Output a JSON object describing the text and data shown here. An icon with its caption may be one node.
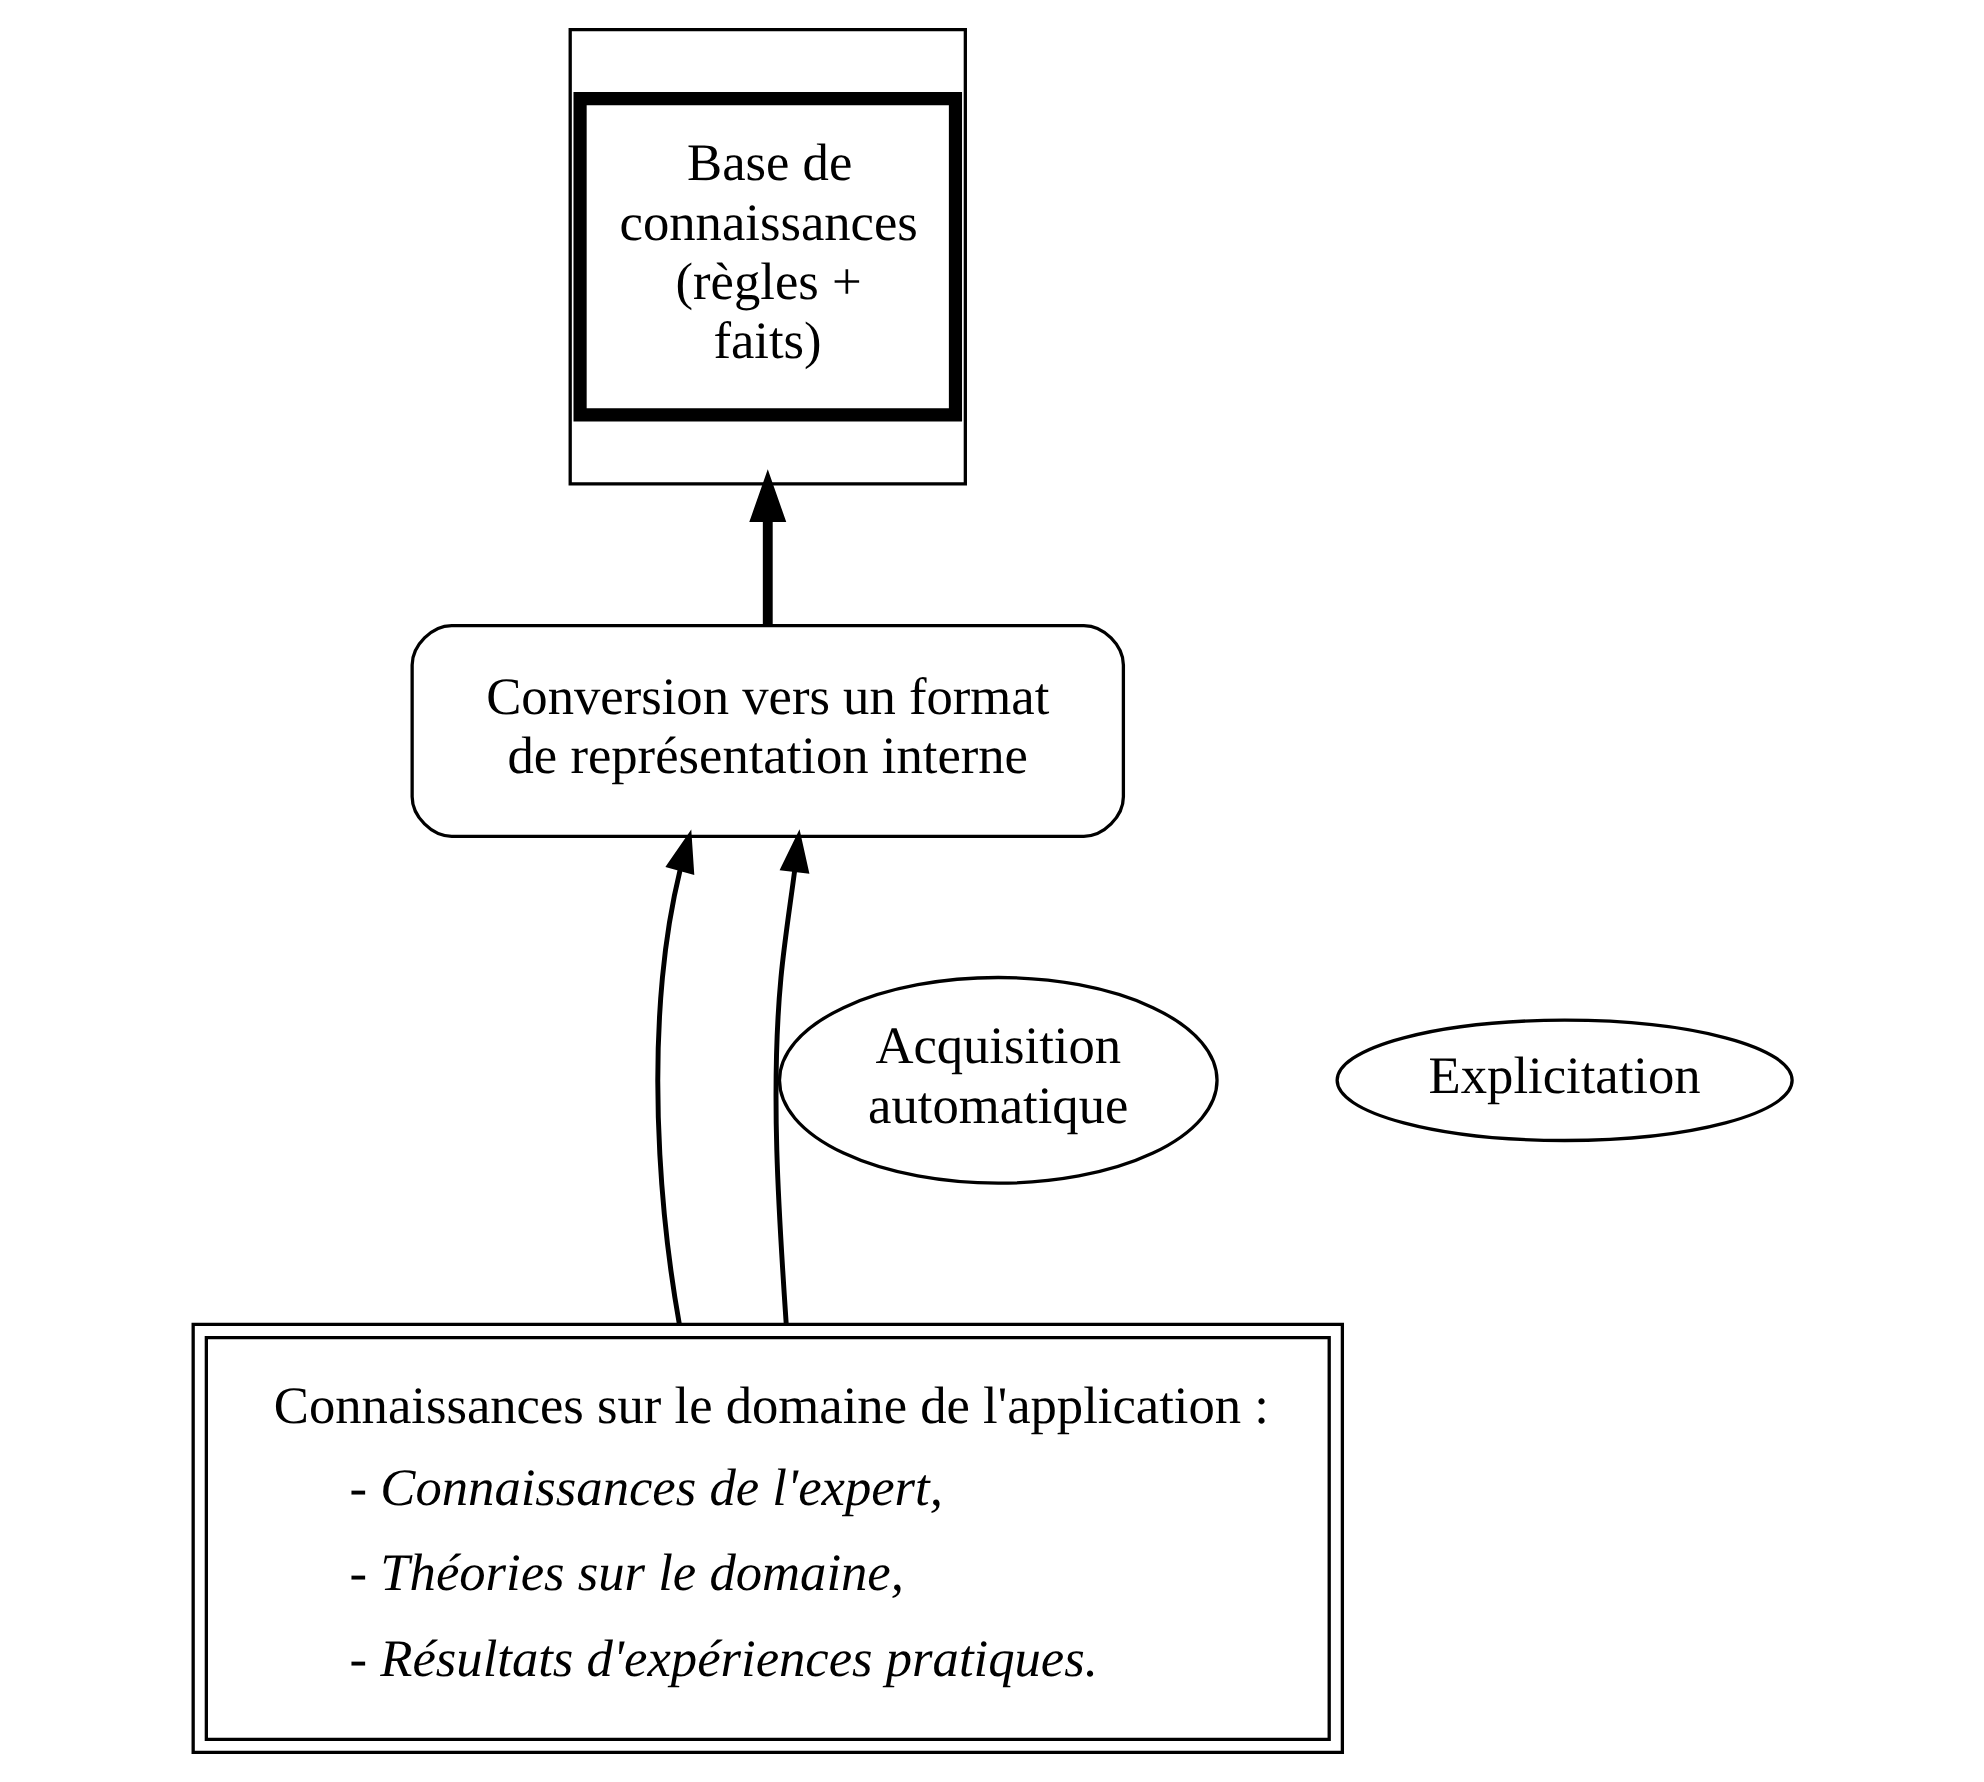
{
  "diagram": {
    "nodes": [
      {
        "text": [
          "Base de connaissances (règles + faits)"
        ]
      },
      {
        "text": [
          "Conversion vers un format de représentation interne"
        ]
      },
      {
        "text": [
          "Acquisition automatique"
        ]
      },
      {
        "text": [
          "Explicitation"
        ]
      },
      {
        "text": [
          "Connaissances sur le domaine de l'application :",
          "- Connaissances de l'expert,",
          "- Théories sur le domaine,",
          "- Résultats d'expériences pratiques."
        ]
      }
    ],
    "edges": [
      {
        "from": 1,
        "to": 0,
        "arrow": "to",
        "style": "thick"
      },
      {
        "from": 4,
        "to": 1,
        "arrow": "to"
      },
      {
        "from": 4,
        "to": 1,
        "arrow": "to"
      }
    ]
  }
}
